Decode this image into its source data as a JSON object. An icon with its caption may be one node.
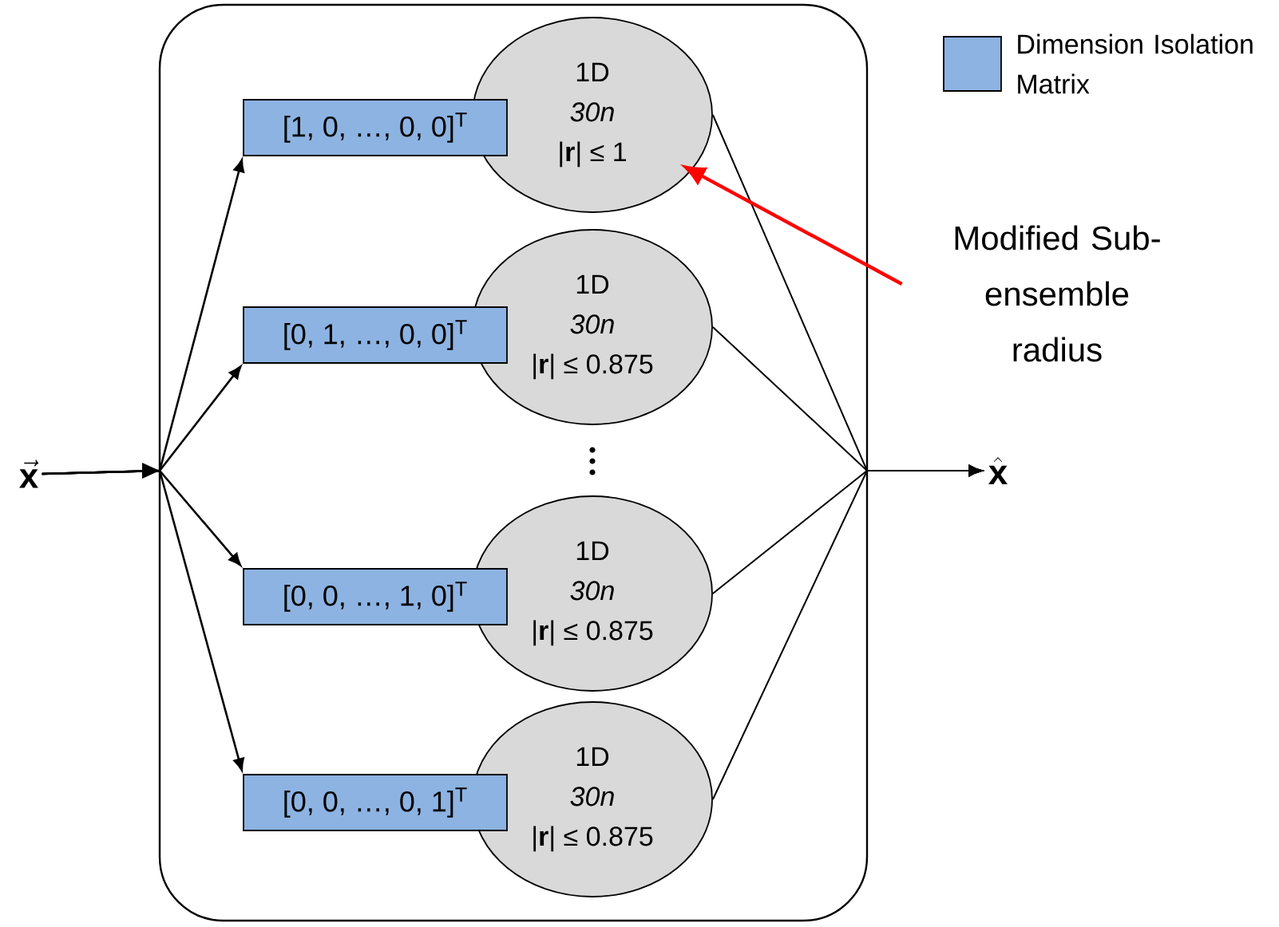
{
  "diagram": {
    "nodes": [
      {
        "text": [],
        "shape": "box"
      },
      {
        "text": [
          "\\vec{\\mathbf{x}}"
        ]
      },
      {
        "text": [
          "\\hat{\\mathbf{x}}"
        ]
      },
      {
        "text": [
          "[1, 0, …, 0, 0]$^{T}$"
        ],
        "in": 0
      },
      {
        "text": [
          "[0, 1, …, 0, 0]$^{T}$"
        ],
        "in": 0
      },
      {
        "text": [
          "[0, 0, …, 1, 0]$^{T}$"
        ],
        "in": 0
      },
      {
        "text": [
          "[0, 0, …, 0, 1]$^{T}$"
        ],
        "in": 0
      },
      {
        "text": [
          "1D",
          "30n",
          "|**r**| ≤ 1"
        ],
        "in": 0
      },
      {
        "text": [
          "1D",
          "30n",
          "|**r**| ≤ 0.875"
        ],
        "in": 0
      },
      {
        "text": [
          "1D",
          "30n",
          "|**r**| ≤ 0.875"
        ],
        "in": 0
      },
      {
        "text": [
          "1D",
          "30n",
          "|**r**| ≤ 0.875"
        ],
        "in": 0
      },
      {
        "text": [
          "Modified Sub-ensemble radius"
        ]
      }
    ],
    "edges": [
      {
        "from": 1,
        "to": 3,
        "arrow": "to"
      },
      {
        "from": 1,
        "to": 4,
        "arrow": "to"
      },
      {
        "from": 1,
        "to": 5,
        "arrow": "to"
      },
      {
        "from": 1,
        "to": 6,
        "arrow": "to"
      },
      {
        "from": 7,
        "to": 2,
        "arrow": "to"
      },
      {
        "from": 8,
        "to": 2,
        "arrow": "to"
      },
      {
        "from": 9,
        "to": 2,
        "arrow": "to"
      },
      {
        "from": 10,
        "to": 2,
        "arrow": "to"
      },
      {
        "from": 11,
        "to": 7,
        "arrow": "to",
        "color": "#ff0000"
      }
    ],
    "legend": [
      {
        "text": "Dimension Isolation Matrix",
        "color": "#8db3e2"
      }
    ]
  }
}
